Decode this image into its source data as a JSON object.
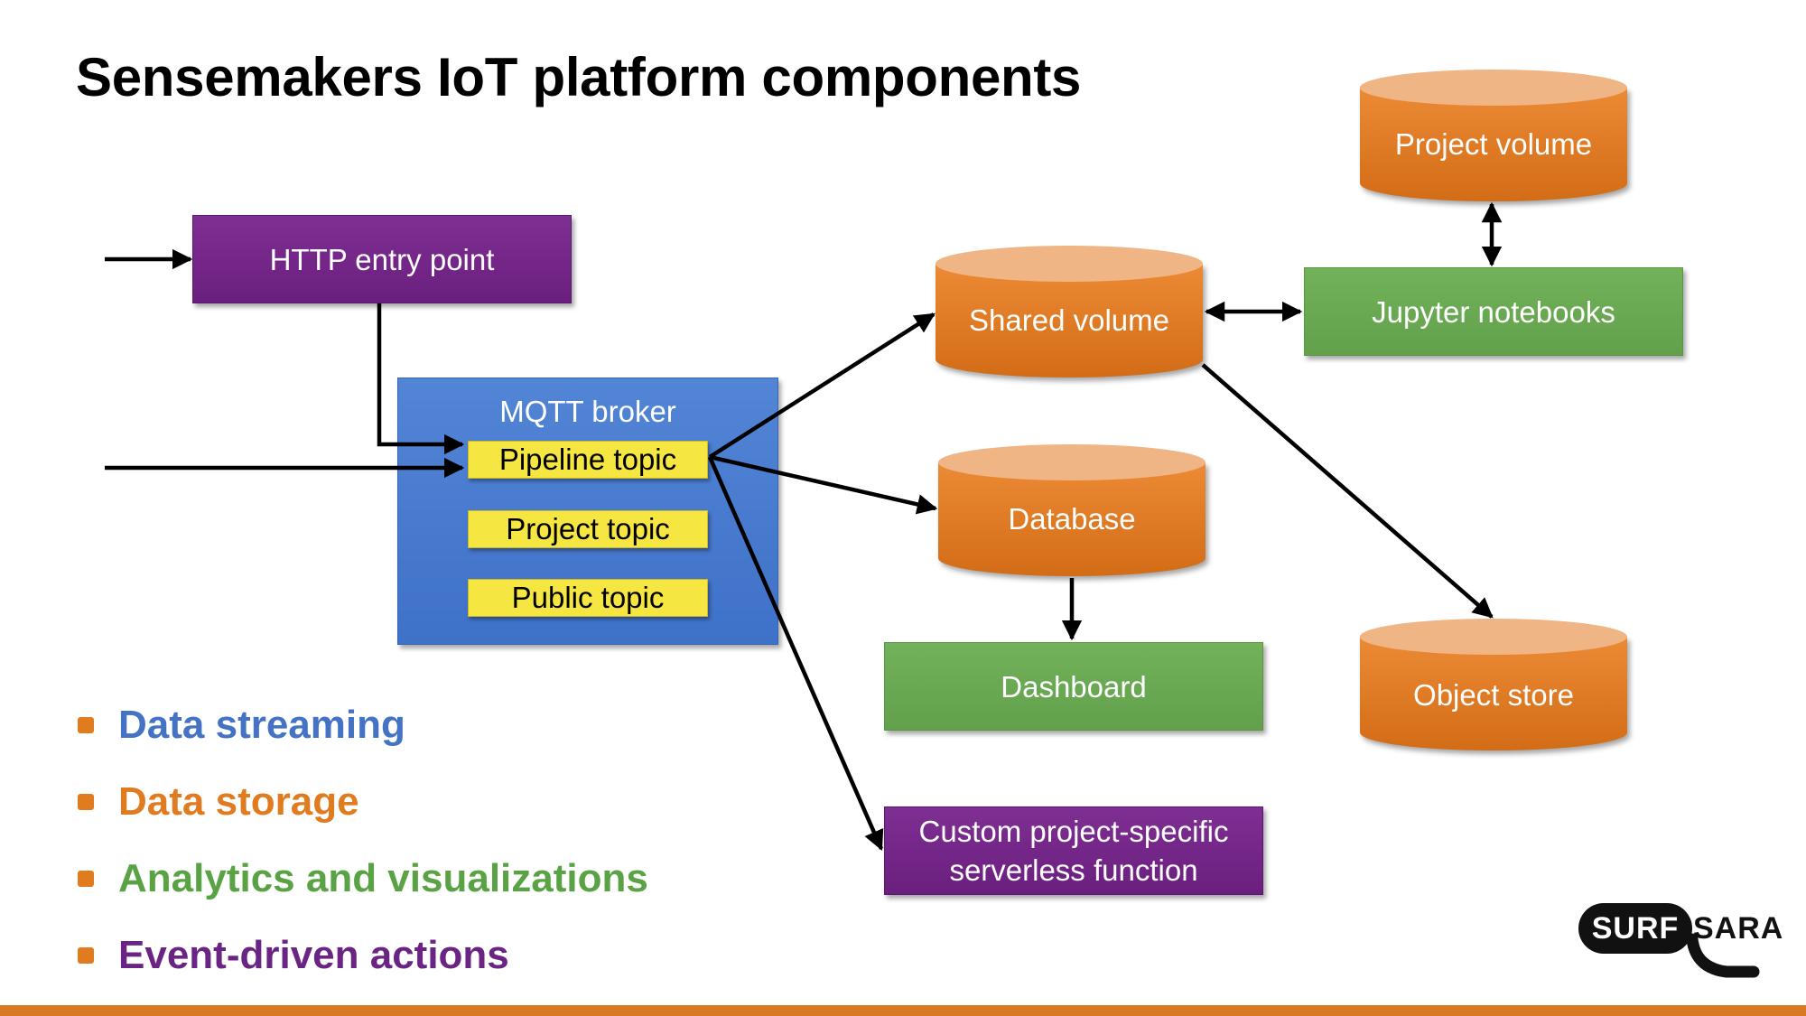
{
  "title": "Sensemakers IoT platform components",
  "nodes": {
    "http_entry": "HTTP entry point",
    "mqtt_broker": "MQTT broker",
    "pipeline_topic": "Pipeline topic",
    "project_topic": "Project topic",
    "public_topic": "Public topic",
    "shared_volume": "Shared volume",
    "database": "Database",
    "dashboard": "Dashboard",
    "serverless_line1": "Custom project-specific",
    "serverless_line2": "serverless function",
    "project_volume": "Project volume",
    "jupyter": "Jupyter notebooks",
    "object_store": "Object store"
  },
  "legend": [
    {
      "label": "Data streaming",
      "color": "#4472c4"
    },
    {
      "label": "Data storage",
      "color": "#e07b20"
    },
    {
      "label": "Analytics and visualizations",
      "color": "#5aa345"
    },
    {
      "label": "Event-driven actions",
      "color": "#6a2584"
    }
  ],
  "logo": {
    "left": "SURF",
    "right": "SARA"
  },
  "colors": {
    "streaming": "#4472c4",
    "storage": "#e07b20",
    "analytics": "#5aa345",
    "actions": "#6a2584",
    "topic": "#f5e642",
    "accent_bar": "#d97a22"
  }
}
